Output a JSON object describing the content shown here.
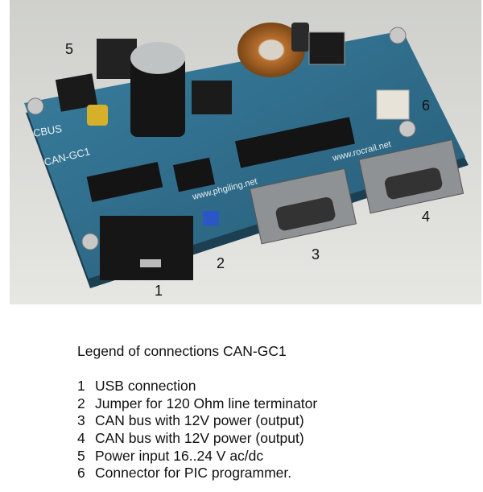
{
  "photo": {
    "board_silkscreen": [
      "CBUS",
      "CAN-GC1",
      "www.phgiling.net",
      "www.rocrail.net"
    ]
  },
  "callouts": [
    "1",
    "2",
    "3",
    "4",
    "5",
    "6"
  ],
  "legend": {
    "title": "Legend of connections CAN-GC1",
    "items": [
      {
        "num": "1",
        "text": "USB connection"
      },
      {
        "num": "2",
        "text": "Jumper for 120 Ohm line terminator"
      },
      {
        "num": "3",
        "text": "CAN bus with 12V power (output)"
      },
      {
        "num": "4",
        "text": "CAN bus with 12V power (output)"
      },
      {
        "num": "5",
        "text": "Power input 16..24 V ac/dc"
      },
      {
        "num": "6",
        "text": "Connector for PIC programmer."
      }
    ]
  },
  "colors": {
    "pcb": "#2f6f8f",
    "background": "#d9d9d6"
  }
}
